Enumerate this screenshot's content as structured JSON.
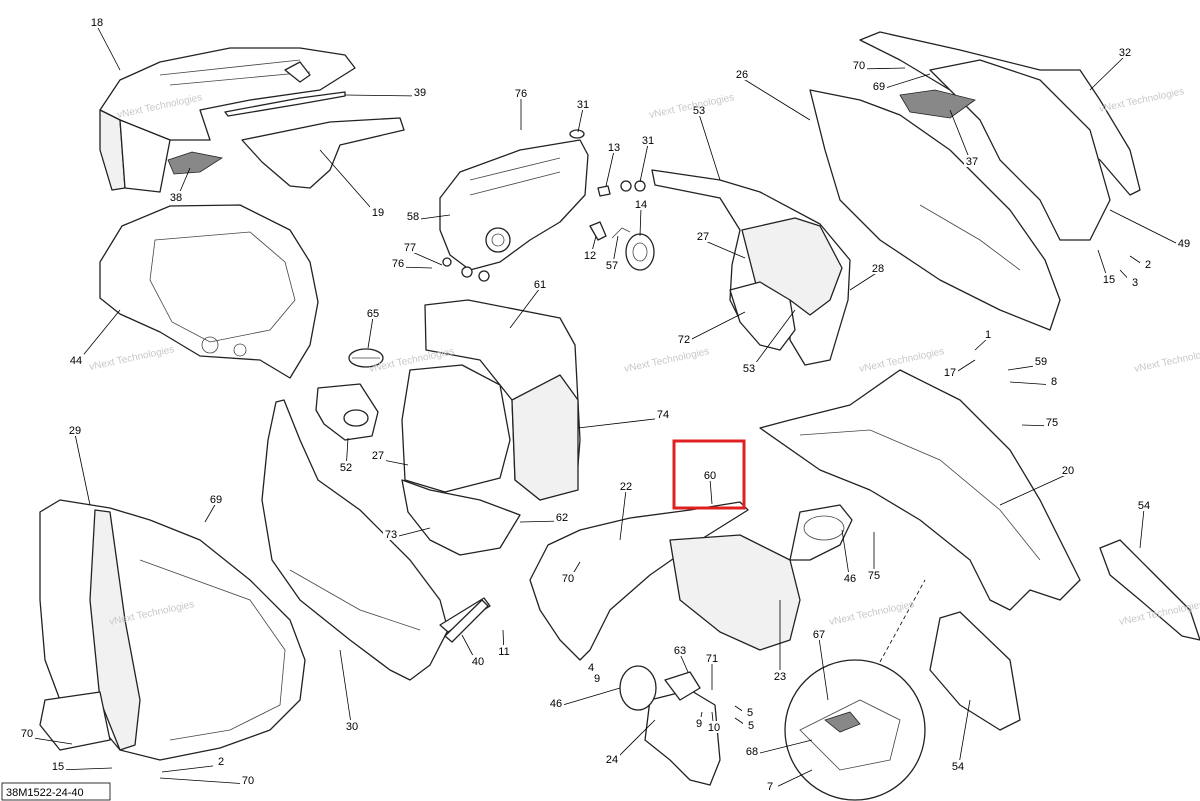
{
  "diagram": {
    "reference_code": "38M1522-24-40",
    "watermark_text": "vNext Technologies",
    "highlight_color": "#e02020",
    "highlighted_part": "60",
    "callouts": [
      "18",
      "39",
      "38",
      "19",
      "76",
      "31",
      "13",
      "31",
      "58",
      "77",
      "76",
      "12",
      "57",
      "14",
      "53",
      "26",
      "37",
      "32",
      "70",
      "69",
      "49",
      "27",
      "28",
      "72",
      "53",
      "44",
      "65",
      "52",
      "61",
      "74",
      "27",
      "73",
      "62",
      "29",
      "69",
      "70",
      "15",
      "2",
      "70",
      "30",
      "40",
      "11",
      "22",
      "70",
      "60",
      "46",
      "75",
      "20",
      "17",
      "1",
      "59",
      "8",
      "75",
      "63",
      "71",
      "46",
      "9",
      "9",
      "10",
      "5",
      "5",
      "4",
      "24",
      "23",
      "67",
      "68",
      "7",
      "54",
      "54",
      "2",
      "3",
      "15"
    ]
  }
}
